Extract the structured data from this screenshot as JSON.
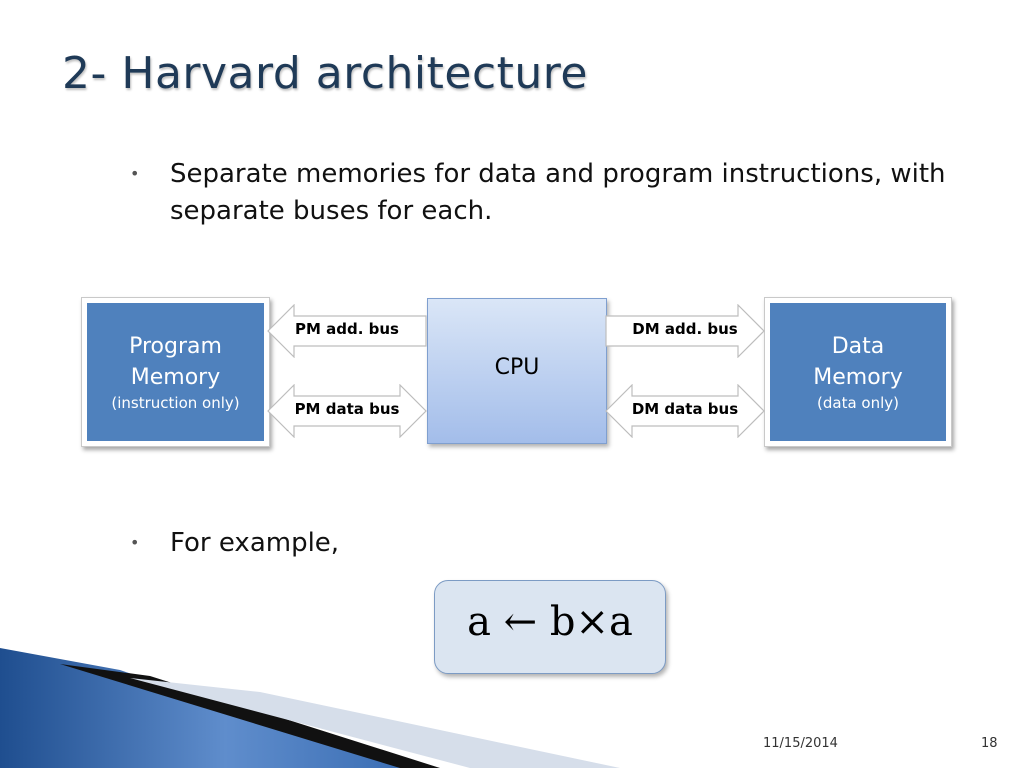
{
  "slide": {
    "title": "2- Harvard architecture",
    "bullets": [
      "Separate memories for data and program instructions, with separate buses for each.",
      "For example,"
    ],
    "bullet_marker": "•"
  },
  "diagram": {
    "program_memory": {
      "title": "Program\nMemory",
      "subtitle": "(instruction only)"
    },
    "data_memory": {
      "title": "Data\nMemory",
      "subtitle": "(data only)"
    },
    "cpu": "CPU",
    "buses": {
      "pm_add": "PM add. bus",
      "pm_data": "PM data bus",
      "dm_add": "DM add. bus",
      "dm_data": "DM data bus"
    }
  },
  "formula": "a ← b×a",
  "footer": {
    "date": "11/15/2014",
    "page": "18"
  },
  "colors": {
    "title": "#1f3a57",
    "memory_box": "#4f81bd",
    "cpu_fill": "#b8cdee",
    "formula_fill": "#dbe5f1"
  }
}
